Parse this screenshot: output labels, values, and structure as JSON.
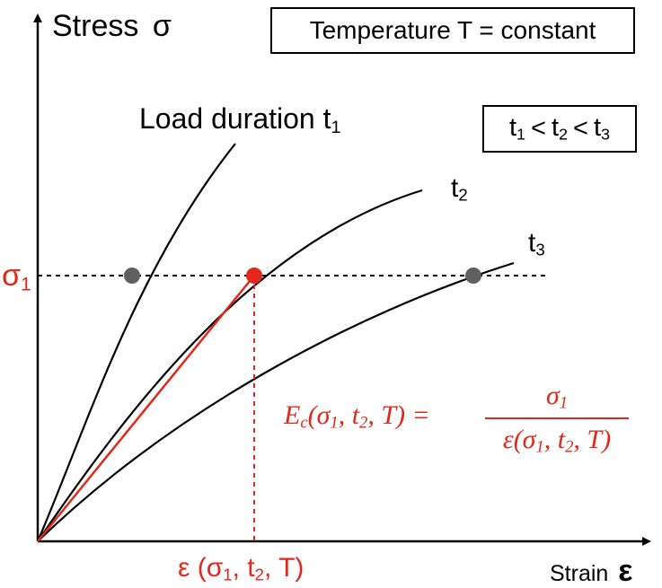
{
  "axes": {
    "y_label": "Stress",
    "y_symbol": "σ",
    "x_label": "Strain",
    "x_symbol": "ε"
  },
  "condition_box": {
    "text": "Temperature T = constant"
  },
  "order_box": {
    "t1": "t",
    "s1": "1",
    "lt1": "<",
    "t2": "t",
    "s2": "2",
    "lt2": "<",
    "t3": "t",
    "s3": "3"
  },
  "curves": {
    "t1_label": "Load duration t",
    "t1_sub": "1",
    "t2_label": "t",
    "t2_sub": "2",
    "t3_label": "t",
    "t3_sub": "3"
  },
  "sigma1": {
    "symbol": "σ",
    "sub": "1"
  },
  "epsilon_label": {
    "symbol": "ε",
    "open": "(σ",
    "sub1": "1",
    "mid": ", t",
    "sub2": "2",
    "close": ", T)"
  },
  "formula": {
    "lhs": "E",
    "lhs_sub": "c",
    "lhs_args_open": "(σ",
    "lhs_s1": "1",
    "lhs_t": ", t",
    "lhs_s2": "2",
    "lhs_args_close": ", T) =",
    "num": "σ",
    "num_sub": "1",
    "den_open": "ε(σ",
    "den_s1": "1",
    "den_t": ", t",
    "den_s2": "2",
    "den_close": ", T)"
  },
  "colors": {
    "axis": "#000000",
    "highlight": "#e3271b",
    "marker_gray": "#5f5f5f"
  }
}
